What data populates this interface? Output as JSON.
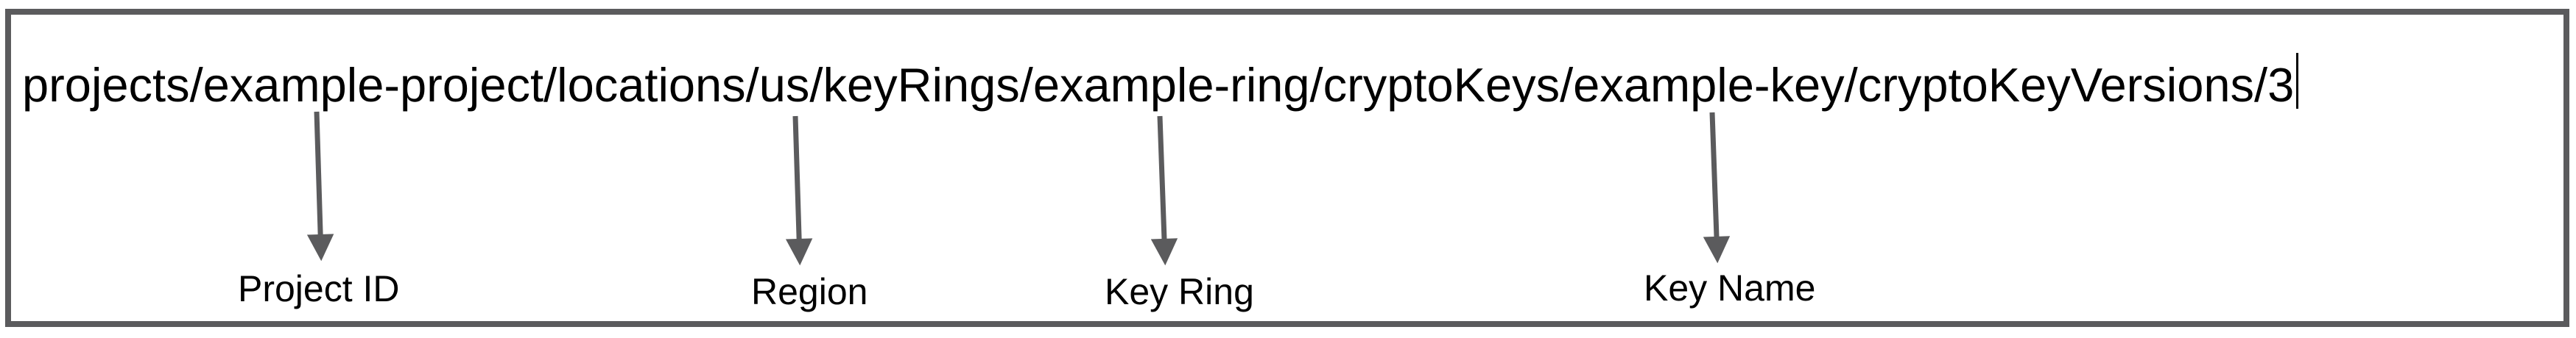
{
  "resource_path": {
    "text": "projects/example-project/locations/us/keyRings/example-ring/cryptoKeys/example-key/cryptoKeyVersions/3",
    "has_text_caret": true
  },
  "annotations": [
    {
      "label": "Project ID",
      "points_to_segment": "example-project"
    },
    {
      "label": "Region",
      "points_to_segment": "us"
    },
    {
      "label": "Key Ring",
      "points_to_segment": "example-ring"
    },
    {
      "label": "Key Name",
      "points_to_segment": "example-key"
    }
  ],
  "colors": {
    "border": "#5b5b5d",
    "arrow": "#5b5b5d",
    "text": "#000000",
    "background": "#ffffff"
  }
}
